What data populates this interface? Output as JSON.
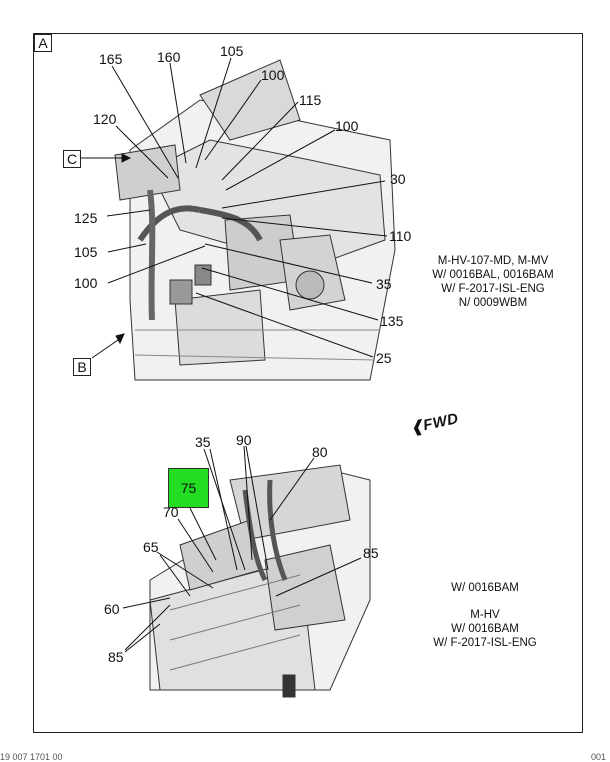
{
  "figure": {
    "view_a_label": "A",
    "view_b_label": "B",
    "view_c_label": "C",
    "fwd_label": "FWD",
    "highlight_callout": "75",
    "upper_callouts": [
      "165",
      "160",
      "105",
      "100",
      "115",
      "120",
      "100",
      "30",
      "125",
      "110",
      "105",
      "100",
      "35",
      "135",
      "25"
    ],
    "lower_callouts": [
      "35",
      "90",
      "80",
      "70",
      "65",
      "85",
      "60",
      "85"
    ],
    "note_upper": [
      "M-HV-107-MD, M-MV",
      "W/ 0016BAL, 0016BAM",
      "W/ F-2017-ISL-ENG",
      "N/ 0009WBM"
    ],
    "note_lower_1": "W/ 0016BAM",
    "note_lower_2": [
      "M-HV",
      "W/ 0016BAM",
      "W/ F-2017-ISL-ENG"
    ],
    "footer_left": "19 007 1701 00",
    "footer_right": "001"
  },
  "colors": {
    "highlight": "#22dd22",
    "line": "#222222"
  }
}
